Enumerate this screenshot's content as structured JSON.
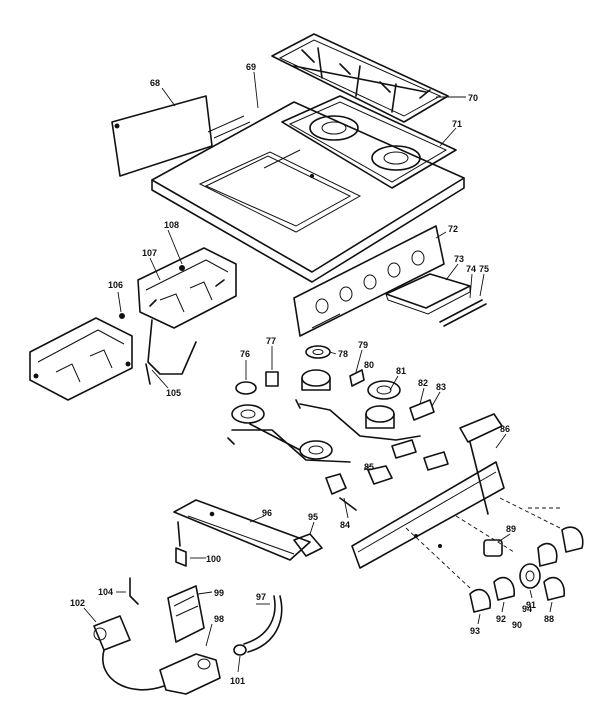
{
  "callouts": {
    "c68": "68",
    "c69": "69",
    "c70": "70",
    "c71": "71",
    "c72": "72",
    "c73": "73",
    "c74": "74",
    "c75": "75",
    "c76": "76",
    "c77": "77",
    "c78": "78",
    "c79": "79",
    "c80": "80",
    "c81": "81",
    "c82": "82",
    "c83": "83",
    "c84": "84",
    "c85": "85",
    "c86": "86",
    "c88": "88",
    "c89": "89",
    "c90": "90",
    "c91": "91",
    "c92": "92",
    "c93": "93",
    "c94": "94",
    "c95": "95",
    "c96": "96",
    "c97": "97",
    "c98": "98",
    "c99": "99",
    "c100": "100",
    "c101": "101",
    "c102": "102",
    "c104": "104",
    "c105": "105",
    "c106": "106",
    "c107": "107",
    "c108": "108"
  }
}
